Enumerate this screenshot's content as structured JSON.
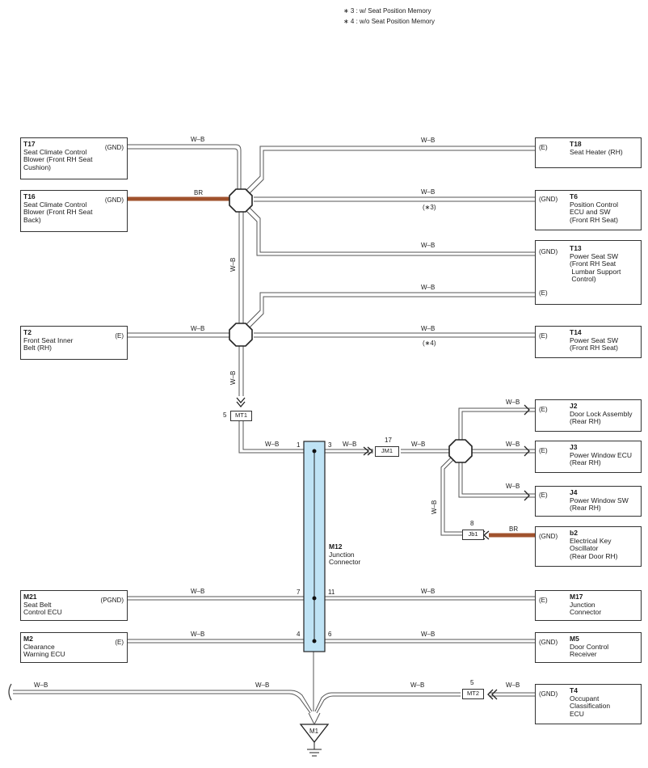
{
  "notes": [
    "∗ 3 : w/ Seat Position Memory",
    "∗ 4 : w/o Seat Position Memory"
  ],
  "components": {
    "T17": {
      "code": "T17",
      "desc": "Seat Climate Control\nBlower (Front RH Seat\nCushion)",
      "pin": "(GND)"
    },
    "T16": {
      "code": "T16",
      "desc": "Seat Climate Control\nBlower (Front RH Seat\nBack)",
      "pin": "(GND)"
    },
    "T2": {
      "code": "T2",
      "desc": "Front Seat Inner\nBelt (RH)",
      "pin": "(E)"
    },
    "M21": {
      "code": "M21",
      "desc": "Seat Belt\nControl ECU",
      "pin": "(PGND)"
    },
    "M2": {
      "code": "M2",
      "desc": "Clearance\nWarning ECU",
      "pin": "(E)"
    },
    "T18": {
      "code": "T18",
      "desc": "Seat Heater (RH)",
      "pin": "(E)"
    },
    "T6": {
      "code": "T6",
      "desc": "Position Control\nECU and SW\n(Front RH Seat)",
      "pin": "(GND)"
    },
    "T13": {
      "code": "T13",
      "desc": "Power Seat SW\n(Front RH Seat\n Lumbar Support\n Control)",
      "pin": "(GND)",
      "pin2": "(E)"
    },
    "T14": {
      "code": "T14",
      "desc": "Power Seat SW\n(Front RH Seat)",
      "pin": "(E)"
    },
    "J2": {
      "code": "J2",
      "desc": "Door Lock Assembly\n(Rear RH)",
      "pin": "(E)"
    },
    "J3": {
      "code": "J3",
      "desc": "Power Window ECU\n(Rear RH)",
      "pin": "(E)"
    },
    "J4": {
      "code": "J4",
      "desc": "Power Window SW\n(Rear RH)",
      "pin": "(E)"
    },
    "b2": {
      "code": "b2",
      "desc": "Electrical Key\nOscillator\n(Rear Door RH)",
      "pin": "(GND)"
    },
    "M17": {
      "code": "M17",
      "desc": "Junction\nConnector",
      "pin": "(E)"
    },
    "M5": {
      "code": "M5",
      "desc": "Door Control\nReceiver",
      "pin": "(GND)"
    },
    "T4": {
      "code": "T4",
      "desc": "Occupant\nClassification\nECU",
      "pin": "(GND)"
    }
  },
  "junction": {
    "code": "M12",
    "desc": "Junction\nConnector"
  },
  "connectors": {
    "MT1": "MT1",
    "JM1": "JM1",
    "Jb1": "Jb1",
    "MT2": "MT2",
    "M1": "M1"
  },
  "pins": {
    "mt1": "5",
    "jm1": "17",
    "jb1": "8",
    "mt2": "5",
    "m12_1": "1",
    "m12_3": "3",
    "m12_7": "7",
    "m12_11": "11",
    "m12_4": "4",
    "m12_6": "6"
  },
  "wires": {
    "wb": "W–B",
    "br": "BR"
  },
  "footnotes": {
    "n3": "(∗3)",
    "n4": "(∗4)"
  },
  "colors": {
    "wire": "#555555",
    "br": "#a0522d",
    "junction_fill": "#bfe3f5"
  }
}
